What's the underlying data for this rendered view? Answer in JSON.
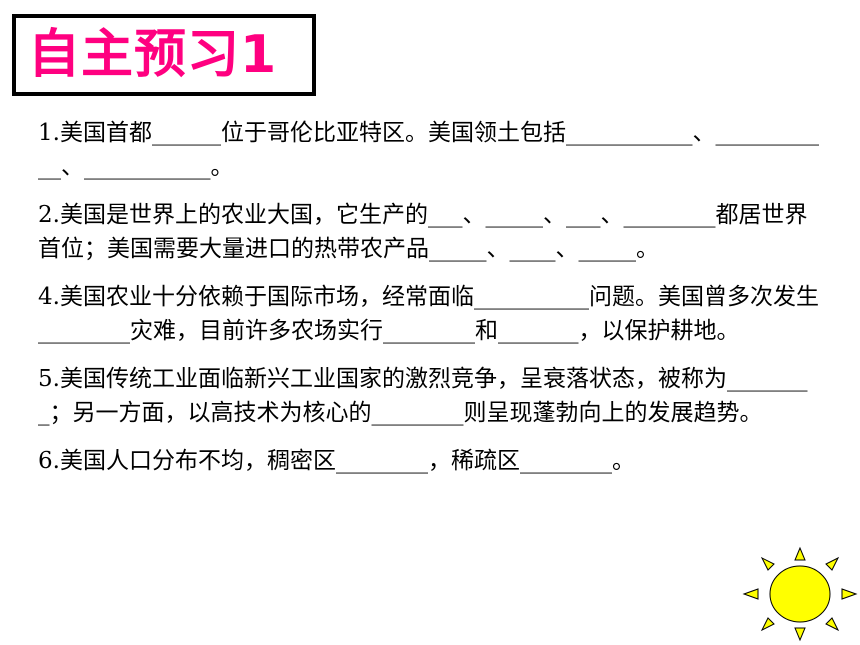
{
  "title": "自主预习1",
  "questions": [
    {
      "id": "q1",
      "text": "1.美国首都______位于哥伦比亚特区。美国领土包括___________、___________、___________。"
    },
    {
      "id": "q2",
      "text": "2.美国是世界上的农业大国，它生产的___、_____、___、________都居世界首位；美国需要大量进口的热带农产品_____、____、_____。"
    },
    {
      "id": "q4",
      "text": "4.美国农业十分依赖于国际市场，经常面临__________问题。美国曾多次发生________灾难，目前许多农场实行________和_______，以保护耕地。"
    },
    {
      "id": "q5",
      "text": "5.美国传统工业面临新兴工业国家的激烈竞争，呈衰落状态，被称为________；另一方面，以高技术为核心的________则呈现蓬勃向上的发展趋势。"
    },
    {
      "id": "q6",
      "text": "6.美国人口分布不均，稠密区________，稀疏区________。"
    }
  ],
  "decoration": {
    "sun_icon": "sun-icon",
    "sun_fill": "#ffff00",
    "sun_stroke": "#000000",
    "title_color": "#ff0080"
  }
}
